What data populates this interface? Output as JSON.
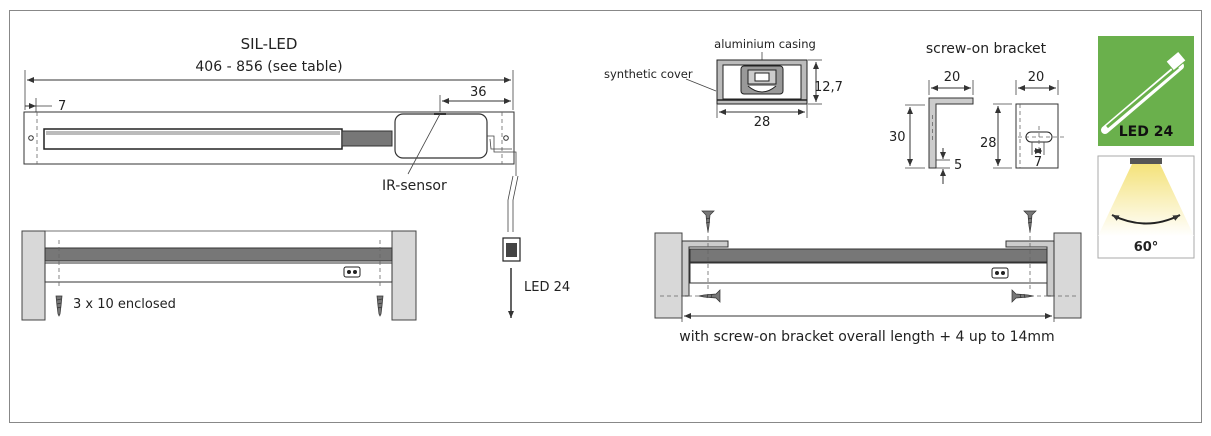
{
  "diagram": {
    "title": "SIL-LED",
    "overall_length": "406 - 856 (see table)",
    "dim_7": "7",
    "dim_36": "36",
    "ir_sensor": "IR-sensor",
    "screws_label": "3 x 10 enclosed",
    "cable_label": "LED 24",
    "aluminium_casing": "aluminium casing",
    "synthetic_cover": "synthetic cover",
    "profile_height": "12,7",
    "profile_width": "28",
    "bracket_title": "screw-on bracket",
    "bracket_side_width": "20",
    "bracket_side_height": "30",
    "bracket_side_thickness": "5",
    "bracket_front_width": "20",
    "bracket_front_height": "28",
    "bracket_front_slot": "7",
    "bracket_caption": "with screw-on bracket overall length + 4 up to 14mm"
  },
  "badges": {
    "led_label": "LED 24",
    "angle_label": "60°",
    "led_green": "#6ab04c",
    "beam_yellow": "#f4e27a"
  }
}
